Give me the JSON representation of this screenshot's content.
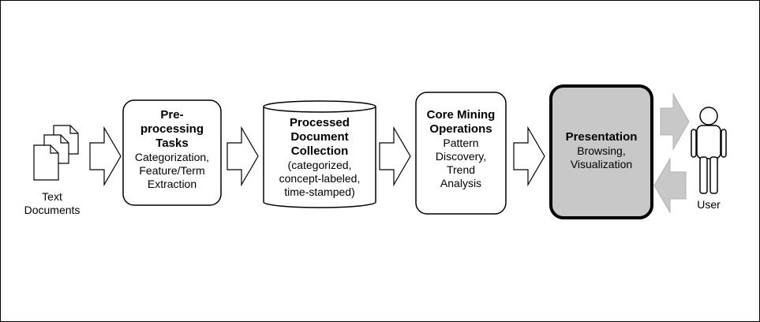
{
  "colors": {
    "background": "#ffffff",
    "stroke": "#000000",
    "arrow_fill": "#ffffff",
    "highlight_fill": "#c8c8c8",
    "user_arrow_fill": "#c8c8c8"
  },
  "input": {
    "icon": "documents-icon",
    "label_line1": "Text",
    "label_line2": "Documents"
  },
  "preprocessing": {
    "title_line1": "Pre-",
    "title_line2": "processing",
    "title_line3": "Tasks",
    "sub_line1": "Categorization,",
    "sub_line2": "Feature/Term",
    "sub_line3": "Extraction"
  },
  "collection": {
    "icon": "database-icon",
    "title_line1": "Processed",
    "title_line2": "Document",
    "title_line3": "Collection",
    "sub_line1": "(categorized,",
    "sub_line2": "concept-labeled,",
    "sub_line3": "time-stamped)"
  },
  "mining": {
    "title_line1": "Core Mining",
    "title_line2": "Operations",
    "sub_line1": "Pattern",
    "sub_line2": "Discovery,",
    "sub_line3": "Trend",
    "sub_line4": "Analysis"
  },
  "presentation": {
    "title": "Presentation",
    "sub_line1": "Browsing,",
    "sub_line2": "Visualization"
  },
  "user": {
    "icon": "user-icon",
    "label": "User"
  }
}
